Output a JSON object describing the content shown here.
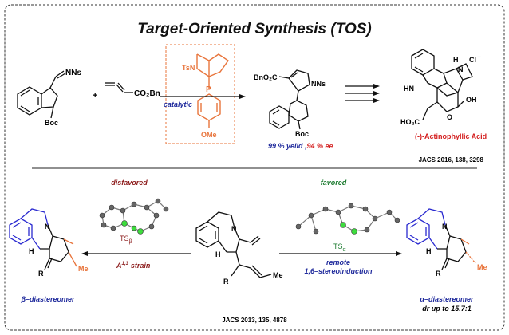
{
  "title": "Target-Oriented Synthesis (TOS)",
  "top": {
    "imine_label": "NNs",
    "boc_label_1": "Boc",
    "plus": "+",
    "allenoate_label": "CO₂Bn",
    "catalyst_tsn": "TsN",
    "catalyst_p": "P",
    "catalyst_ome": "OMe",
    "catalytic": "catalytic",
    "product_ester": "BnO₂C",
    "product_nns": "NNs",
    "boc_label_2": "Boc",
    "yield_text": "99 % yeild ,",
    "ee_text": "94 % ee",
    "np_hplus": "H",
    "np_charge": "+",
    "np_cl": "Cl",
    "np_minus": "−",
    "np_n": "N",
    "np_hn": "HN",
    "np_oh": "OH",
    "np_ho2c": "HO₂C",
    "np_o": "O",
    "natural_product": "(-)-Actinophyllic Acid",
    "reference": "JACS 2016, 138, 3298"
  },
  "bottom": {
    "disfavored": "disfavored",
    "favored": "favored",
    "ts_beta": "TS",
    "ts_beta_sub": "β",
    "ts_alpha": "TS",
    "ts_alpha_sub": "α",
    "strain_a": "A",
    "strain_sup": "1,3",
    "strain_word": "strain",
    "remote": "remote",
    "stereoinduction": "1,6–stereoinduction",
    "left_n": "N",
    "left_h": "H",
    "left_r": "R",
    "left_me": "Me",
    "mid_n": "N",
    "mid_h": "H",
    "mid_r": "R",
    "mid_me": "Me",
    "right_n": "N",
    "right_h": "H",
    "right_r": "R",
    "right_me": "Me",
    "beta_product": "β–diastereomer",
    "alpha_product": "α–diastereomer",
    "dr": "dr up to 15.7:1",
    "reference": "JACS 2013, 135, 4878"
  },
  "colors": {
    "title": "#111111",
    "catalyst": "#e8743b",
    "catalytic_text": "#1f2a9c",
    "yield": "#1f2a9c",
    "ee": "#d42020",
    "natural_product": "#d42020",
    "disfavored": "#8b1a1a",
    "favored": "#1a7a2e",
    "bond_blue": "#2a2ad0",
    "bond_orange": "#e8743b",
    "diastereomer": "#1f2a9c",
    "ts_green": "#3ddc3d"
  }
}
